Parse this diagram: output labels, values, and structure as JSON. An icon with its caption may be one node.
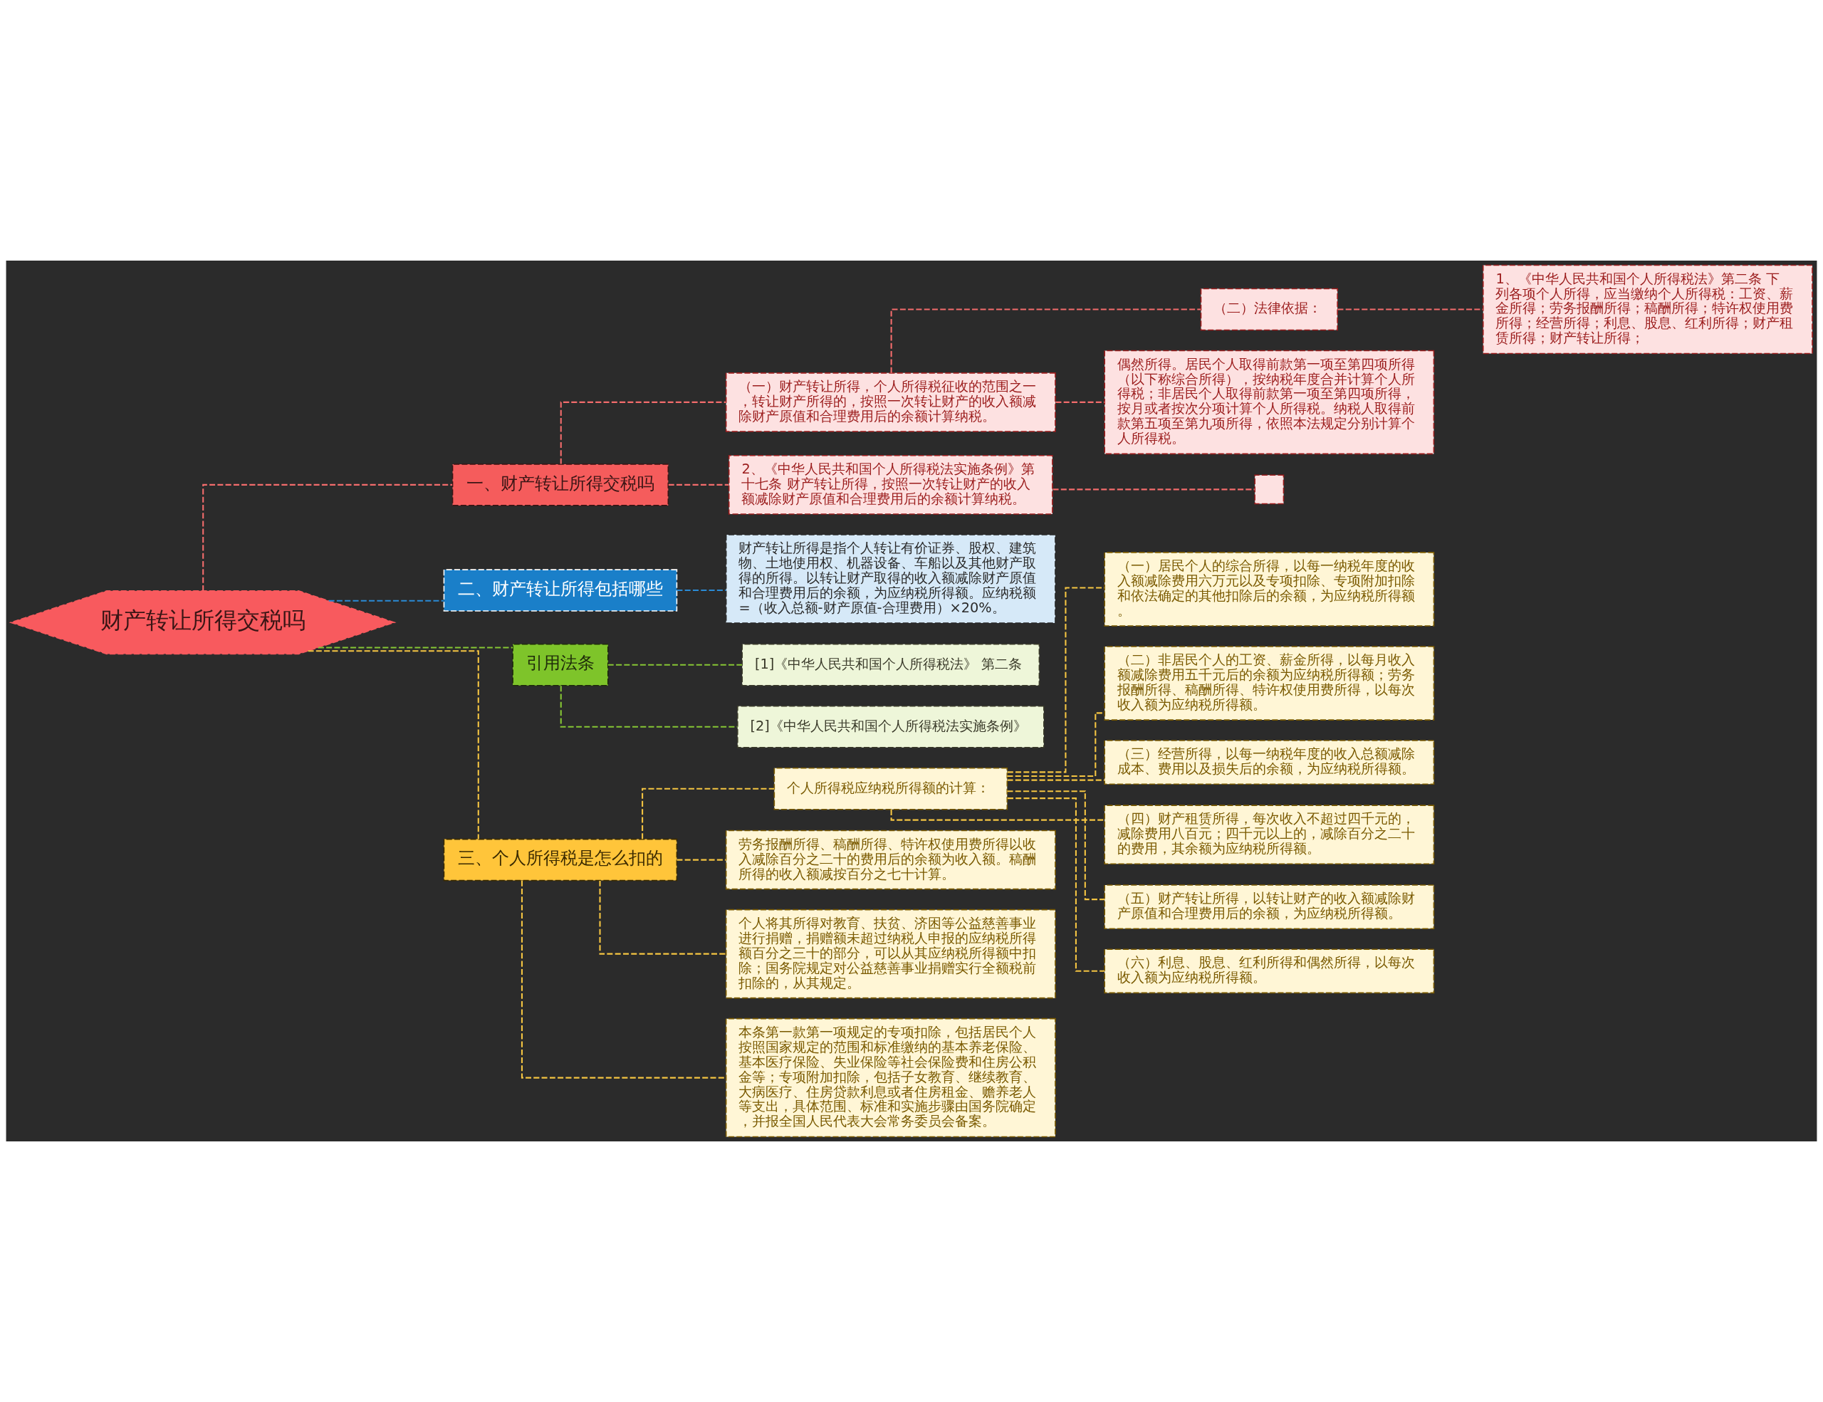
{
  "diagram": {
    "nodes": [
      {
        "text": [
          "财产转让所得交税吗"
        ]
      },
      {
        "text": [
          "一、财产转让所得交税吗"
        ]
      },
      {
        "text": [
          "（一）财产转让所得，个人所得税征收的范围之一，转让财产所得的，按照一次转让财产的收入额减除财产原值和合理费用后的余额计算纳税。"
        ]
      },
      {
        "text": [
          "（二）法律依据："
        ]
      },
      {
        "text": [
          "1、《中华人民共和国个人所得税法》第二条 下列各项个人所得，应当缴纳个人所得税：工资、薪金所得；劳务报酬所得；稿酬所得；特许权使用费所得；经营所得；利息、股息、红利所得；财产租赁所得；财产转让所得；"
        ]
      },
      {
        "text": [
          "偶然所得。居民个人取得前款第一项至第四项所得（以下称综合所得），按纳税年度合并计算个人所得税；非居民个人取得前款第一项至第四项所得，按月或者按次分项计算个人所得税。纳税人取得前款第五项至第九项所得，依照本法规定分别计算个人所得税。"
        ]
      },
      {
        "text": [
          "2、《中华人民共和国个人所得税法实施条例》第十七条 财产转让所得，按照一次转让财产的收入额减除财产原值和合理费用后的余额计算纳税。"
        ]
      },
      {
        "text": [],
        "shape": "box"
      },
      {
        "text": [
          "二、财产转让所得包括哪些"
        ]
      },
      {
        "text": [
          "财产转让所得是指个人转让有价证券、股权、建筑物、土地使用权、机器设备、车船以及其他财产取得的所得。以转让财产取得的收入额减除财产原值和合理费用后的余额，为应纳税所得额。应纳税额=（收入总额-财产原值-合理费用）×20%。"
        ]
      },
      {
        "text": [
          "引用法条"
        ]
      },
      {
        "text": [
          "[1]《中华人民共和国个人所得税法》 第二条"
        ]
      },
      {
        "text": [
          "[2]《中华人民共和国个人所得税法实施条例》"
        ]
      },
      {
        "text": [
          "三、个人所得税是怎么扣的"
        ]
      },
      {
        "text": [
          "个人所得税应纳税所得额的计算："
        ]
      },
      {
        "text": [
          "（一）居民个人的综合所得，以每一纳税年度的收入额减除费用六万元以及专项扣除、专项附加扣除和依法确定的其他扣除后的余额，为应纳税所得额。"
        ]
      },
      {
        "text": [
          "（二）非居民个人的工资、薪金所得，以每月收入额减除费用五千元后的余额为应纳税所得额；劳务报酬所得、稿酬所得、特许权使用费所得，以每次收入额为应纳税所得额。"
        ]
      },
      {
        "text": [
          "（三）经营所得，以每一纳税年度的收入总额减除成本、费用以及损失后的余额，为应纳税所得额。"
        ]
      },
      {
        "text": [
          "（四）财产租赁所得，每次收入不超过四千元的，减除费用八百元；四千元以上的，减除百分之二十的费用，其余额为应纳税所得额。"
        ]
      },
      {
        "text": [
          "（五）财产转让所得，以转让财产的收入额减除财产原值和合理费用后的余额，为应纳税所得额。"
        ]
      },
      {
        "text": [
          "（六）利息、股息、红利所得和偶然所得，以每次收入额为应纳税所得额。"
        ]
      },
      {
        "text": [
          "劳务报酬所得、稿酬所得、特许权使用费所得以收入减除百分之二十的费用后的余额为收入额。稿酬所得的收入额减按百分之七十计算。"
        ]
      },
      {
        "text": [
          "个人将其所得对教育、扶贫、济困等公益慈善事业进行捐赠，捐赠额未超过纳税人申报的应纳税所得额百分之三十的部分，可以从其应纳税所得额中扣除；国务院规定对公益慈善事业捐赠实行全额税前扣除的，从其规定。"
        ]
      },
      {
        "text": [
          "本条第一款第一项规定的专项扣除，包括居民个人按照国家规定的范围和标准缴纳的基本养老保险、基本医疗保险、失业保险等社会保险费和住房公积金等；专项附加扣除，包括子女教育、继续教育、大病医疗、住房贷款利息或者住房租金、赡养老人等支出，具体范围、标准和实施步骤由国务院确定，并报全国人民代表大会常务委员会备案。"
        ]
      }
    ],
    "edges": [
      {
        "from": 0,
        "to": 1,
        "arrow": "none",
        "style": "dashed",
        "color": "#f36c6c"
      },
      {
        "from": 1,
        "to": 2,
        "arrow": "none",
        "style": "dashed",
        "color": "#f36c6c"
      },
      {
        "from": 2,
        "to": 3,
        "arrow": "none",
        "style": "dashed",
        "color": "#f36c6c"
      },
      {
        "from": 3,
        "to": 4,
        "arrow": "none",
        "style": "dashed",
        "color": "#f36c6c"
      },
      {
        "from": 2,
        "to": 5,
        "arrow": "none",
        "style": "dashed",
        "color": "#f36c6c"
      },
      {
        "from": 1,
        "to": 6,
        "arrow": "none",
        "style": "dashed",
        "color": "#f36c6c"
      },
      {
        "from": 6,
        "to": 7,
        "arrow": "none",
        "style": "dashed",
        "color": "#f36c6c"
      },
      {
        "from": 0,
        "to": 8,
        "arrow": "none",
        "style": "dashed",
        "color": "#2a8bd6"
      },
      {
        "from": 8,
        "to": 9,
        "arrow": "none",
        "style": "dashed",
        "color": "#2a8bd6"
      },
      {
        "from": 0,
        "to": 10,
        "arrow": "none",
        "style": "dashed",
        "color": "#86c634"
      },
      {
        "from": 10,
        "to": 11,
        "arrow": "none",
        "style": "dashed",
        "color": "#86c634"
      },
      {
        "from": 10,
        "to": 12,
        "arrow": "none",
        "style": "dashed",
        "color": "#86c634"
      },
      {
        "from": 0,
        "to": 13,
        "arrow": "none",
        "style": "dashed"
      },
      {
        "from": 13,
        "to": 14,
        "arrow": "none",
        "style": "dashed"
      },
      {
        "from": 14,
        "to": 15,
        "arrow": "none",
        "style": "dashed"
      },
      {
        "from": 14,
        "to": 16,
        "arrow": "none",
        "style": "dashed"
      },
      {
        "from": 14,
        "to": 17,
        "arrow": "none",
        "style": "dashed"
      },
      {
        "from": 14,
        "to": 18,
        "arrow": "none",
        "style": "dashed"
      },
      {
        "from": 14,
        "to": 19,
        "arrow": "none",
        "style": "dashed"
      },
      {
        "from": 14,
        "to": 20,
        "arrow": "none",
        "style": "dashed"
      },
      {
        "from": 13,
        "to": 21,
        "arrow": "none",
        "style": "dashed"
      },
      {
        "from": 13,
        "to": 22,
        "arrow": "none",
        "style": "dashed"
      },
      {
        "from": 13,
        "to": 23,
        "arrow": "none",
        "style": "dashed"
      }
    ]
  }
}
